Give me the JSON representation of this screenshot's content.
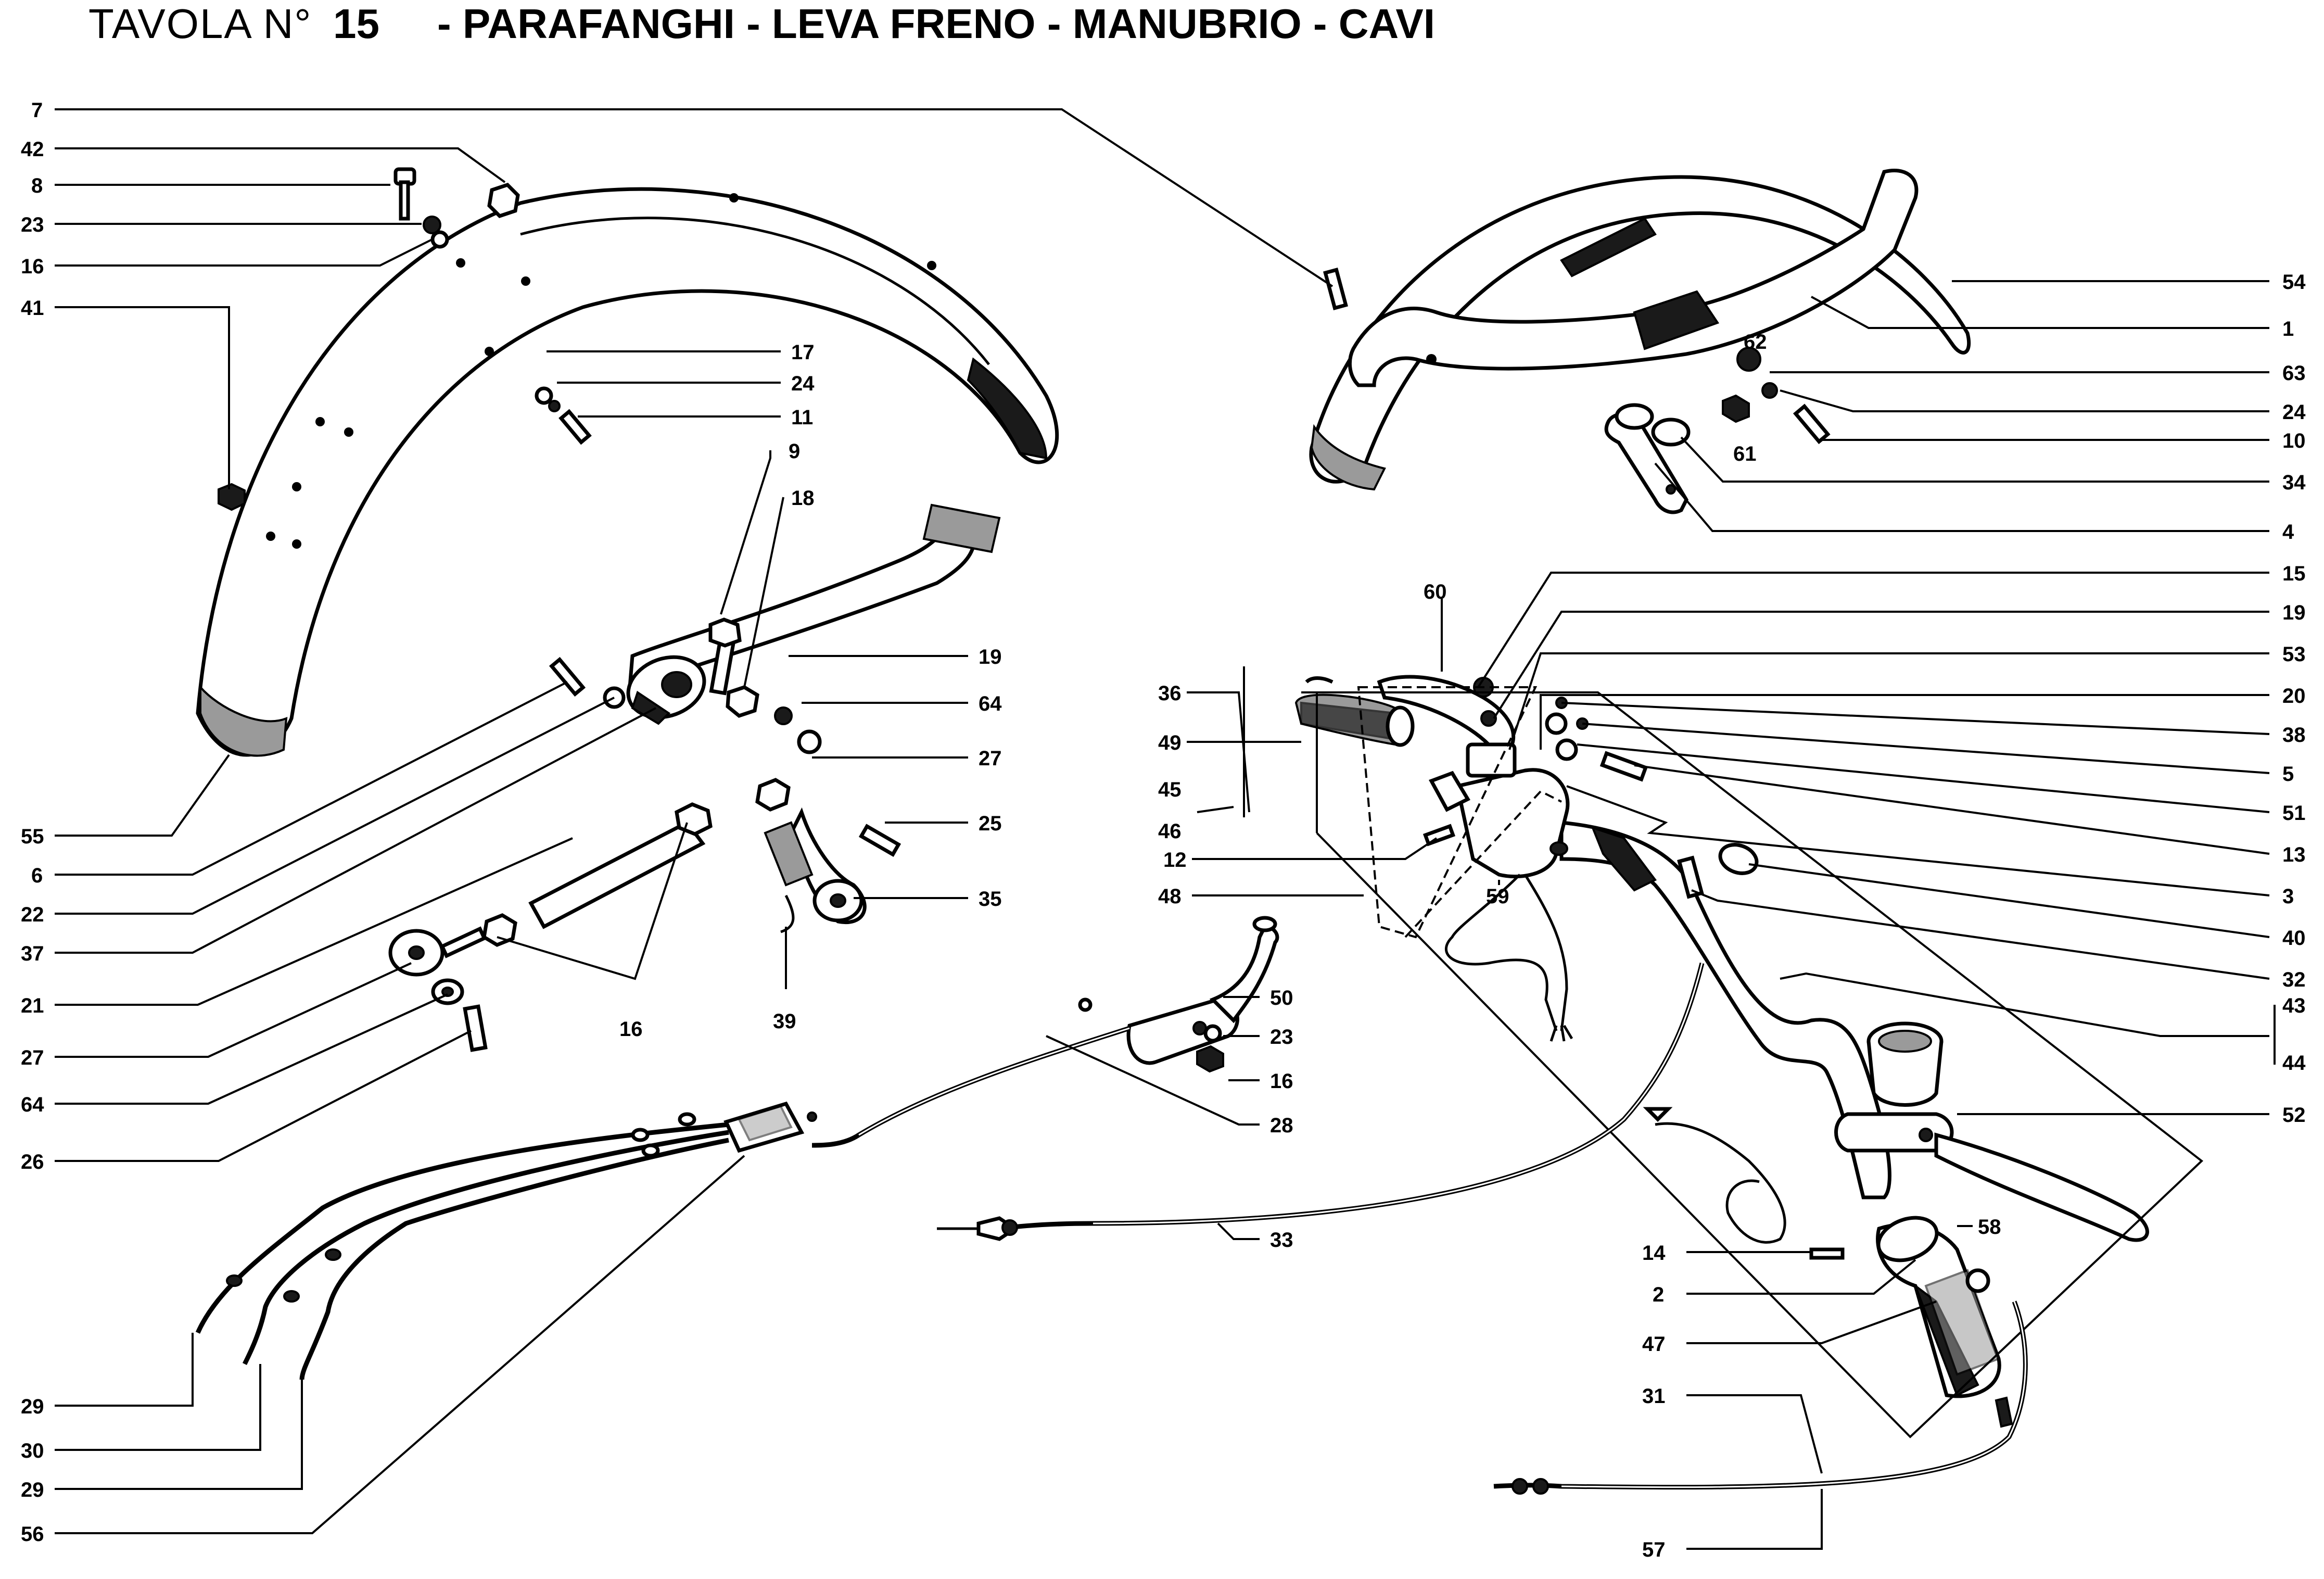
{
  "title": {
    "prefix": "TAVOLA N°",
    "number": "15",
    "description": "- PARAFANGHI - LEVA  FRENO - MANUBRIO - CAVI"
  },
  "labels": {
    "l7": "7",
    "l42": "42",
    "l8": "8",
    "l23a": "23",
    "l16a": "16",
    "l41": "41",
    "l17": "17",
    "l24a": "24",
    "l11": "11",
    "l9": "9",
    "l18": "18",
    "l19a": "19",
    "l64a": "64",
    "l27a": "27",
    "l25": "25",
    "l35": "35",
    "l39": "39",
    "l55": "55",
    "l6": "6",
    "l22": "22",
    "l37": "37",
    "l21": "21",
    "l27b": "27",
    "l64b": "64",
    "l26": "26",
    "l16b": "16",
    "l50": "50",
    "l23b": "23",
    "l16c": "16",
    "l28": "28",
    "l33": "33",
    "l29a": "29",
    "l30": "30",
    "l29b": "29",
    "l56": "56",
    "l54": "54",
    "l1": "1",
    "l62": "62",
    "l63": "63",
    "l24b": "24",
    "l61": "61",
    "l10": "10",
    "l34": "34",
    "l4": "4",
    "l60": "60",
    "l15": "15",
    "l19b": "19",
    "l53": "53",
    "l20": "20",
    "l38": "38",
    "l5": "5",
    "l51": "51",
    "l13": "13",
    "l3": "3",
    "l40": "40",
    "l32": "32",
    "l43": "43",
    "l44": "44",
    "l52": "52",
    "l36": "36",
    "l49": "49",
    "l45": "45",
    "l46": "46",
    "l12": "12",
    "l48": "48",
    "l59": "59",
    "l58": "58",
    "l14": "14",
    "l2": "2",
    "l47": "47",
    "l31": "31",
    "l57": "57"
  }
}
